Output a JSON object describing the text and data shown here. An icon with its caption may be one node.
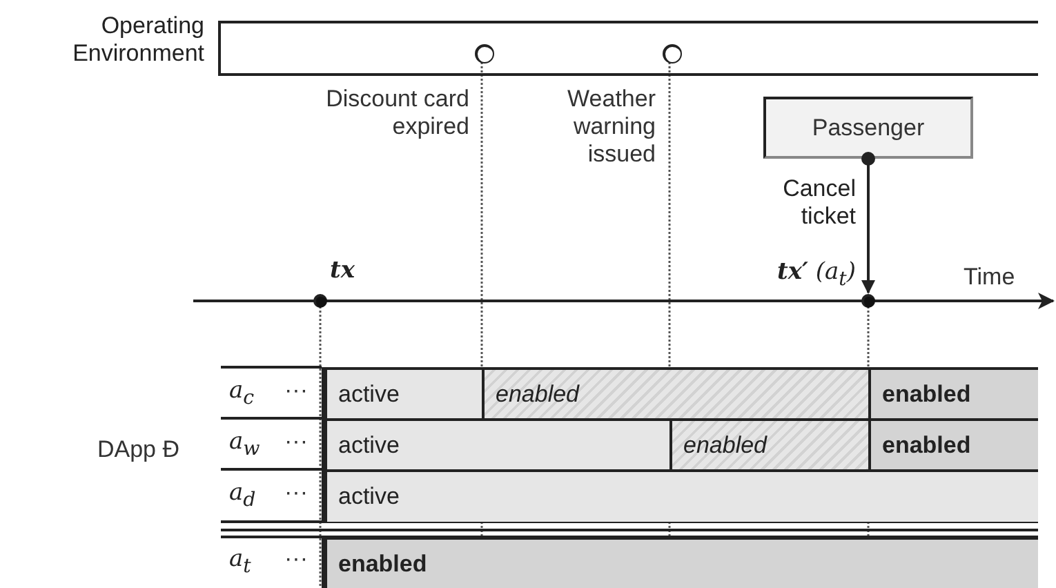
{
  "diagram": {
    "nodes": [
      {
        "text": [
          "Operating Environment"
        ]
      },
      {
        "text": [],
        "shape": "circle",
        "in": 0,
        "beside": [
          "Discount card expired"
        ]
      },
      {
        "text": [],
        "shape": "circle",
        "in": 0,
        "beside": [
          "Weather warning issued"
        ]
      },
      {
        "text": [
          "Passenger"
        ]
      },
      {
        "text": [],
        "shape": "circle",
        "beside": [
          "tx"
        ]
      },
      {
        "text": [],
        "shape": "circle",
        "beside": [
          "**tx′** (a$_{t}$)"
        ]
      },
      {
        "text": [
          "active"
        ]
      },
      {
        "text": [
          "enabled"
        ]
      },
      {
        "text": [
          "enabled"
        ]
      },
      {
        "text": [
          "active"
        ]
      },
      {
        "text": [
          "enabled"
        ]
      },
      {
        "text": [
          "enabled"
        ]
      },
      {
        "text": [
          "active"
        ]
      },
      {
        "text": [
          "enabled"
        ]
      }
    ],
    "edges": [
      {
        "from": 3,
        "to": 5,
        "arrow": "to",
        "label": "Cancel ticket"
      }
    ],
    "labels": [
      "Time",
      "DApp Đ",
      "a$_{c}$",
      "···",
      "a$_{w}$",
      "···",
      "a$_{d}$",
      "···",
      "a$_{t}$",
      "···"
    ]
  }
}
